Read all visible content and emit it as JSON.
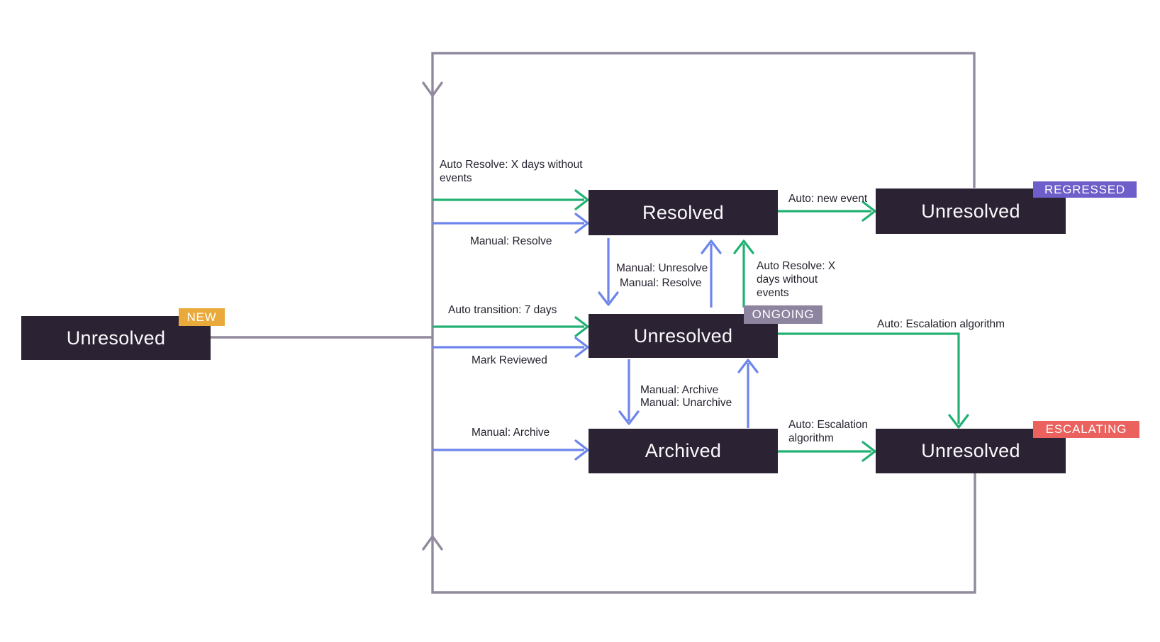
{
  "colors": {
    "canvas_bg": "#ffffff",
    "node_bg": "#2b2233",
    "node_text": "#faf9fb",
    "label_text": "#26222e",
    "arrow_green": "#23b173",
    "arrow_blue": "#6d85ec",
    "loop_line": "#918a9e",
    "badge_text": "#ffffff",
    "badge_new_bg": "#e9a93b",
    "badge_regressed_bg": "#6d5ec9",
    "badge_ongoing_bg": "#8d84a0",
    "badge_escalating_bg": "#ea615d"
  },
  "nodes": {
    "new": {
      "label": "Unresolved",
      "badge": "NEW"
    },
    "resolved": {
      "label": "Resolved"
    },
    "regressed": {
      "label": "Unresolved",
      "badge": "REGRESSED"
    },
    "ongoing": {
      "label": "Unresolved",
      "badge": "ONGOING"
    },
    "archived": {
      "label": "Archived"
    },
    "escalating": {
      "label": "Unresolved",
      "badge": "ESCALATING"
    }
  },
  "edges": {
    "auto_resolve_top": "Auto Resolve: X days without\nevents",
    "manual_resolve_top": "Manual: Resolve",
    "auto_new_event": "Auto: new event",
    "manual_unresolve": "Manual: Unresolve",
    "manual_resolve_mid": "Manual: Resolve",
    "auto_resolve_mid": "Auto Resolve: X\ndays without\nevents",
    "auto_transition": "Auto transition: 7 days",
    "mark_reviewed": "Mark Reviewed",
    "auto_escalation_top": "Auto: Escalation algorithm",
    "manual_archive_mid": "Manual: Archive",
    "manual_unarchive": "Manual: Unarchive",
    "manual_archive_left": "Manual: Archive",
    "auto_escalation_bottom": "Auto: Escalation\nalgorithm"
  }
}
